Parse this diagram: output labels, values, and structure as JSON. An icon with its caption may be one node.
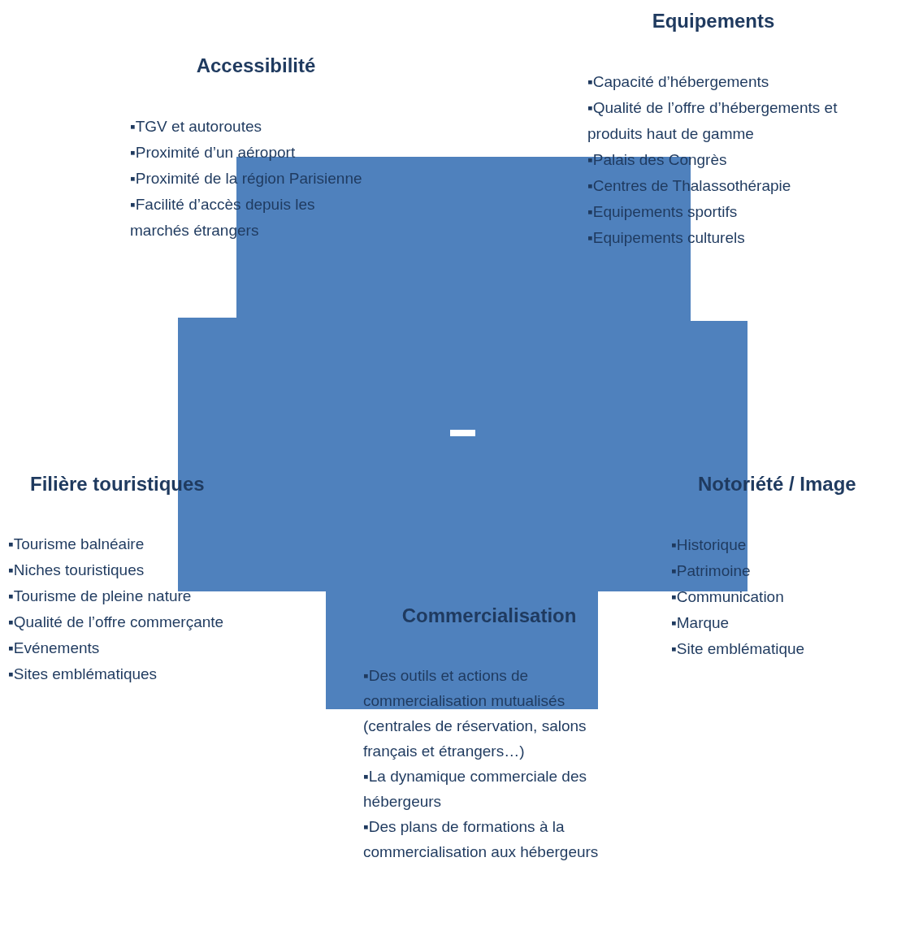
{
  "diagram": {
    "labels": [
      "Equipements",
      "▪Capacité d’hébergements",
      "▪Qualité de l’offre d’hébergements et produits haut de gamme",
      "▪Palais des Congrès",
      "▪Centres de Thalassothérapie",
      "▪Equipements sportifs",
      "▪Equipements culturels",
      "Accessibilité",
      "▪TGV et autoroutes",
      "▪Proximité d’un aéroport",
      "▪Proximité de la région Parisienne",
      "▪Facilité d’accès depuis les marchés étrangers",
      "Filière touristiques",
      "▪Tourisme balnéaire",
      "▪Niches touristiques",
      "▪Tourisme de pleine nature",
      "▪Qualité de l’offre commerçante",
      "▪Evénements",
      "▪Sites emblématiques",
      "Notoriété / Image",
      "▪Historique",
      "▪Patrimoine",
      "▪Communication",
      "▪Marque",
      "▪Site emblématique",
      "Commercialisation",
      "▪Des outils et actions de commercialisation mutualisés (centrales de réservation, salons français et étrangers…)",
      "▪La dynamique commerciale des hébergeurs",
      "▪Des plans de formations à la commercialisation  aux hébergeurs"
    ]
  }
}
